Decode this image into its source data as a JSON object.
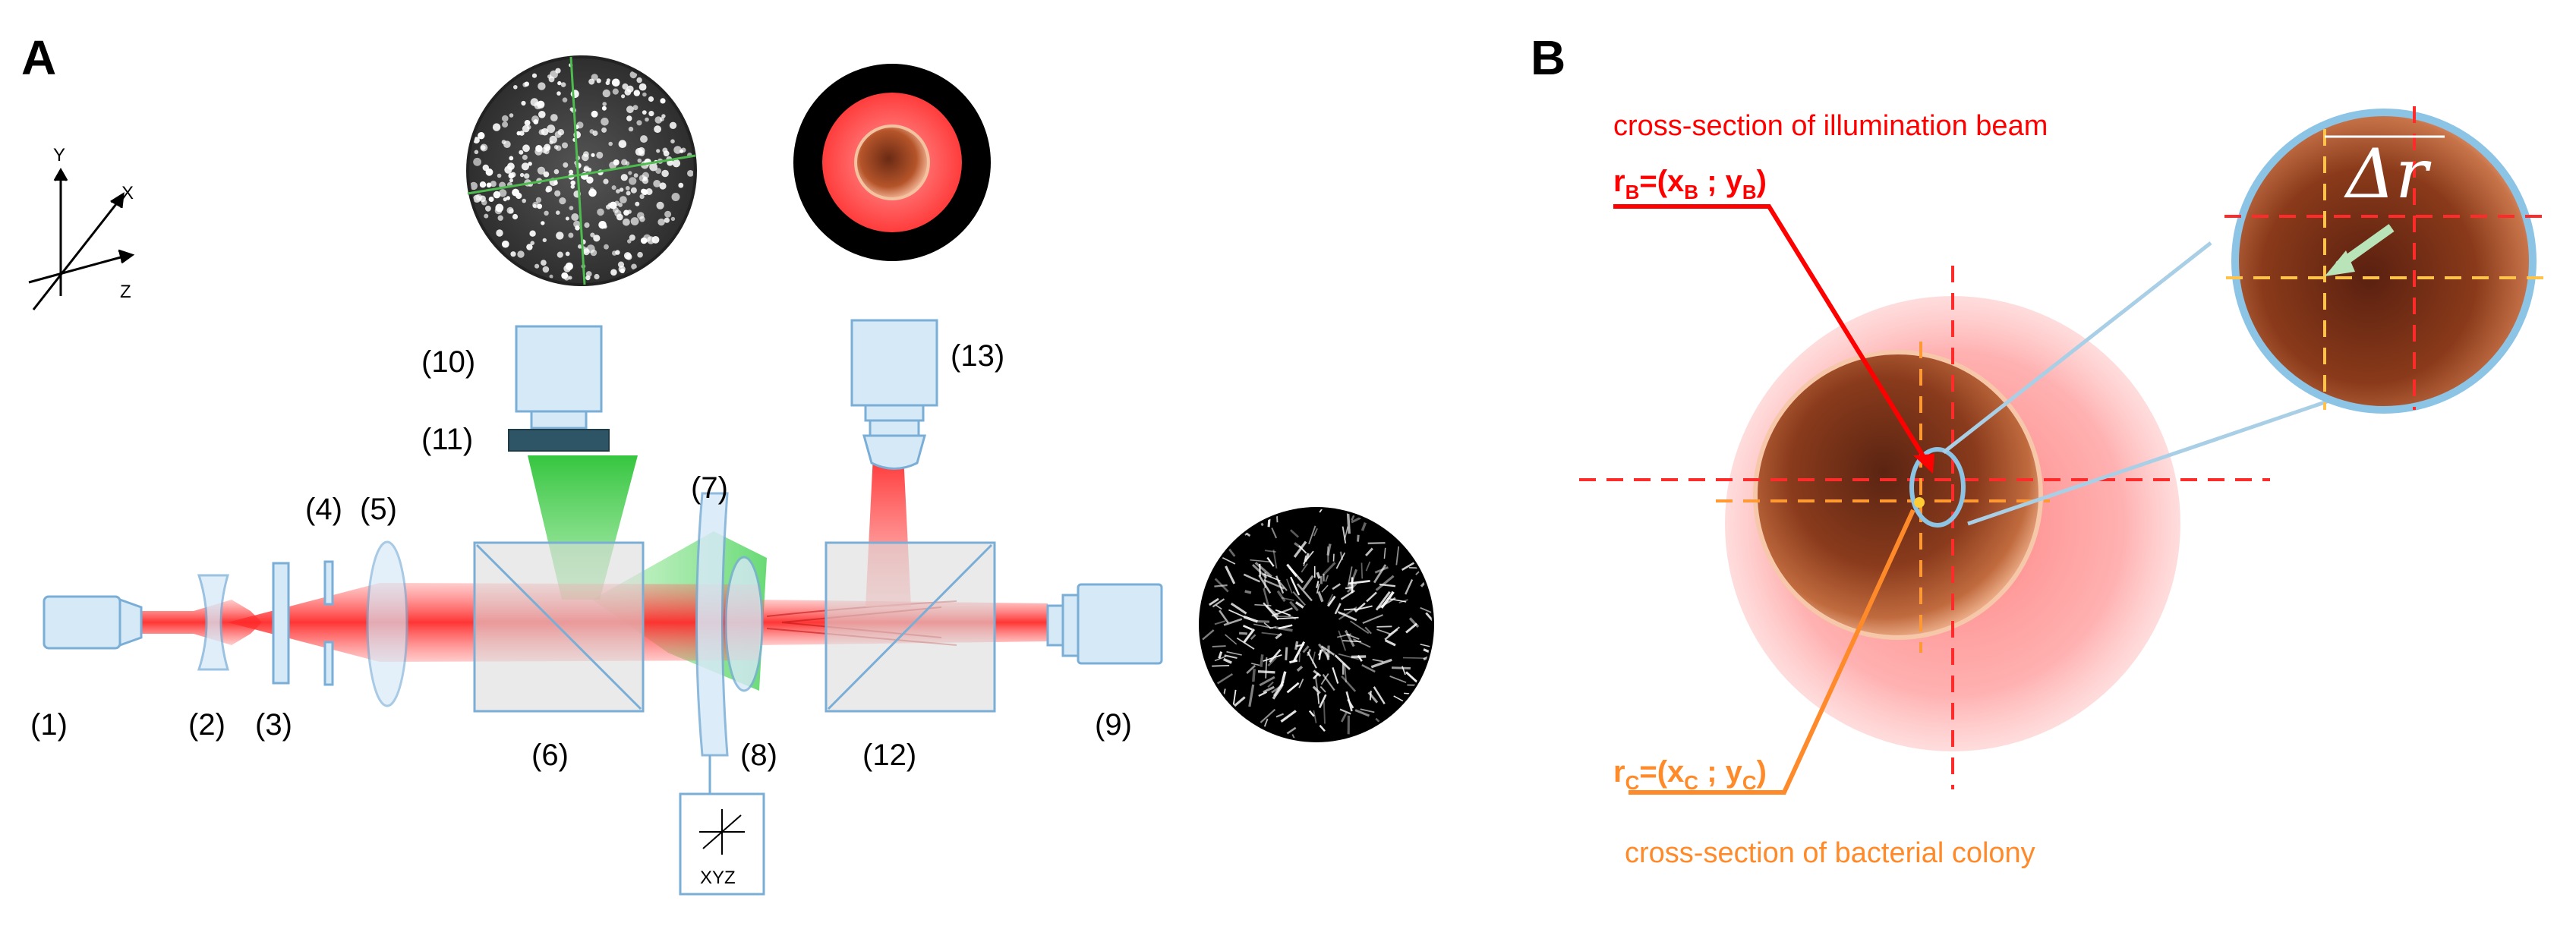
{
  "panel_labels": {
    "a": "A",
    "b": "B"
  },
  "axes_icon": {
    "y": "Y",
    "x": "X",
    "z": "Z"
  },
  "components": {
    "c1": "(1)",
    "c2": "(2)",
    "c3": "(3)",
    "c4": "(4)",
    "c5": "(5)",
    "c6": "(6)",
    "c7": "(7)",
    "c8": "(8)",
    "c9": "(9)",
    "c10": "(10)",
    "c11": "(11)",
    "c12": "(12)",
    "c13": "(13)"
  },
  "stage_label": "XYZ",
  "panel_b": {
    "beam_label": "cross-section of illumination beam",
    "beam_coord": {
      "prefix": "r",
      "sub": "B",
      "eq": "=(x",
      "sub2": "B",
      "mid": " ; y",
      "sub3": "B",
      "end": ")"
    },
    "colony_coord": {
      "prefix": "r",
      "sub": "C",
      "eq": "=(x",
      "sub2": "C",
      "mid": " ; y",
      "sub3": "C",
      "end": ")"
    },
    "colony_label": "cross-section of bacterial colony",
    "delta_label": "Δr"
  },
  "colors": {
    "beam_red": "#ff2a2a",
    "label_red": "#ff0000",
    "label_orange": "#ff8a2a",
    "laser_green": "#2ecc40",
    "component_fill": "#d6e9f7",
    "component_stroke": "#7aaed6",
    "zoom_ring": "#8cc4e6"
  }
}
